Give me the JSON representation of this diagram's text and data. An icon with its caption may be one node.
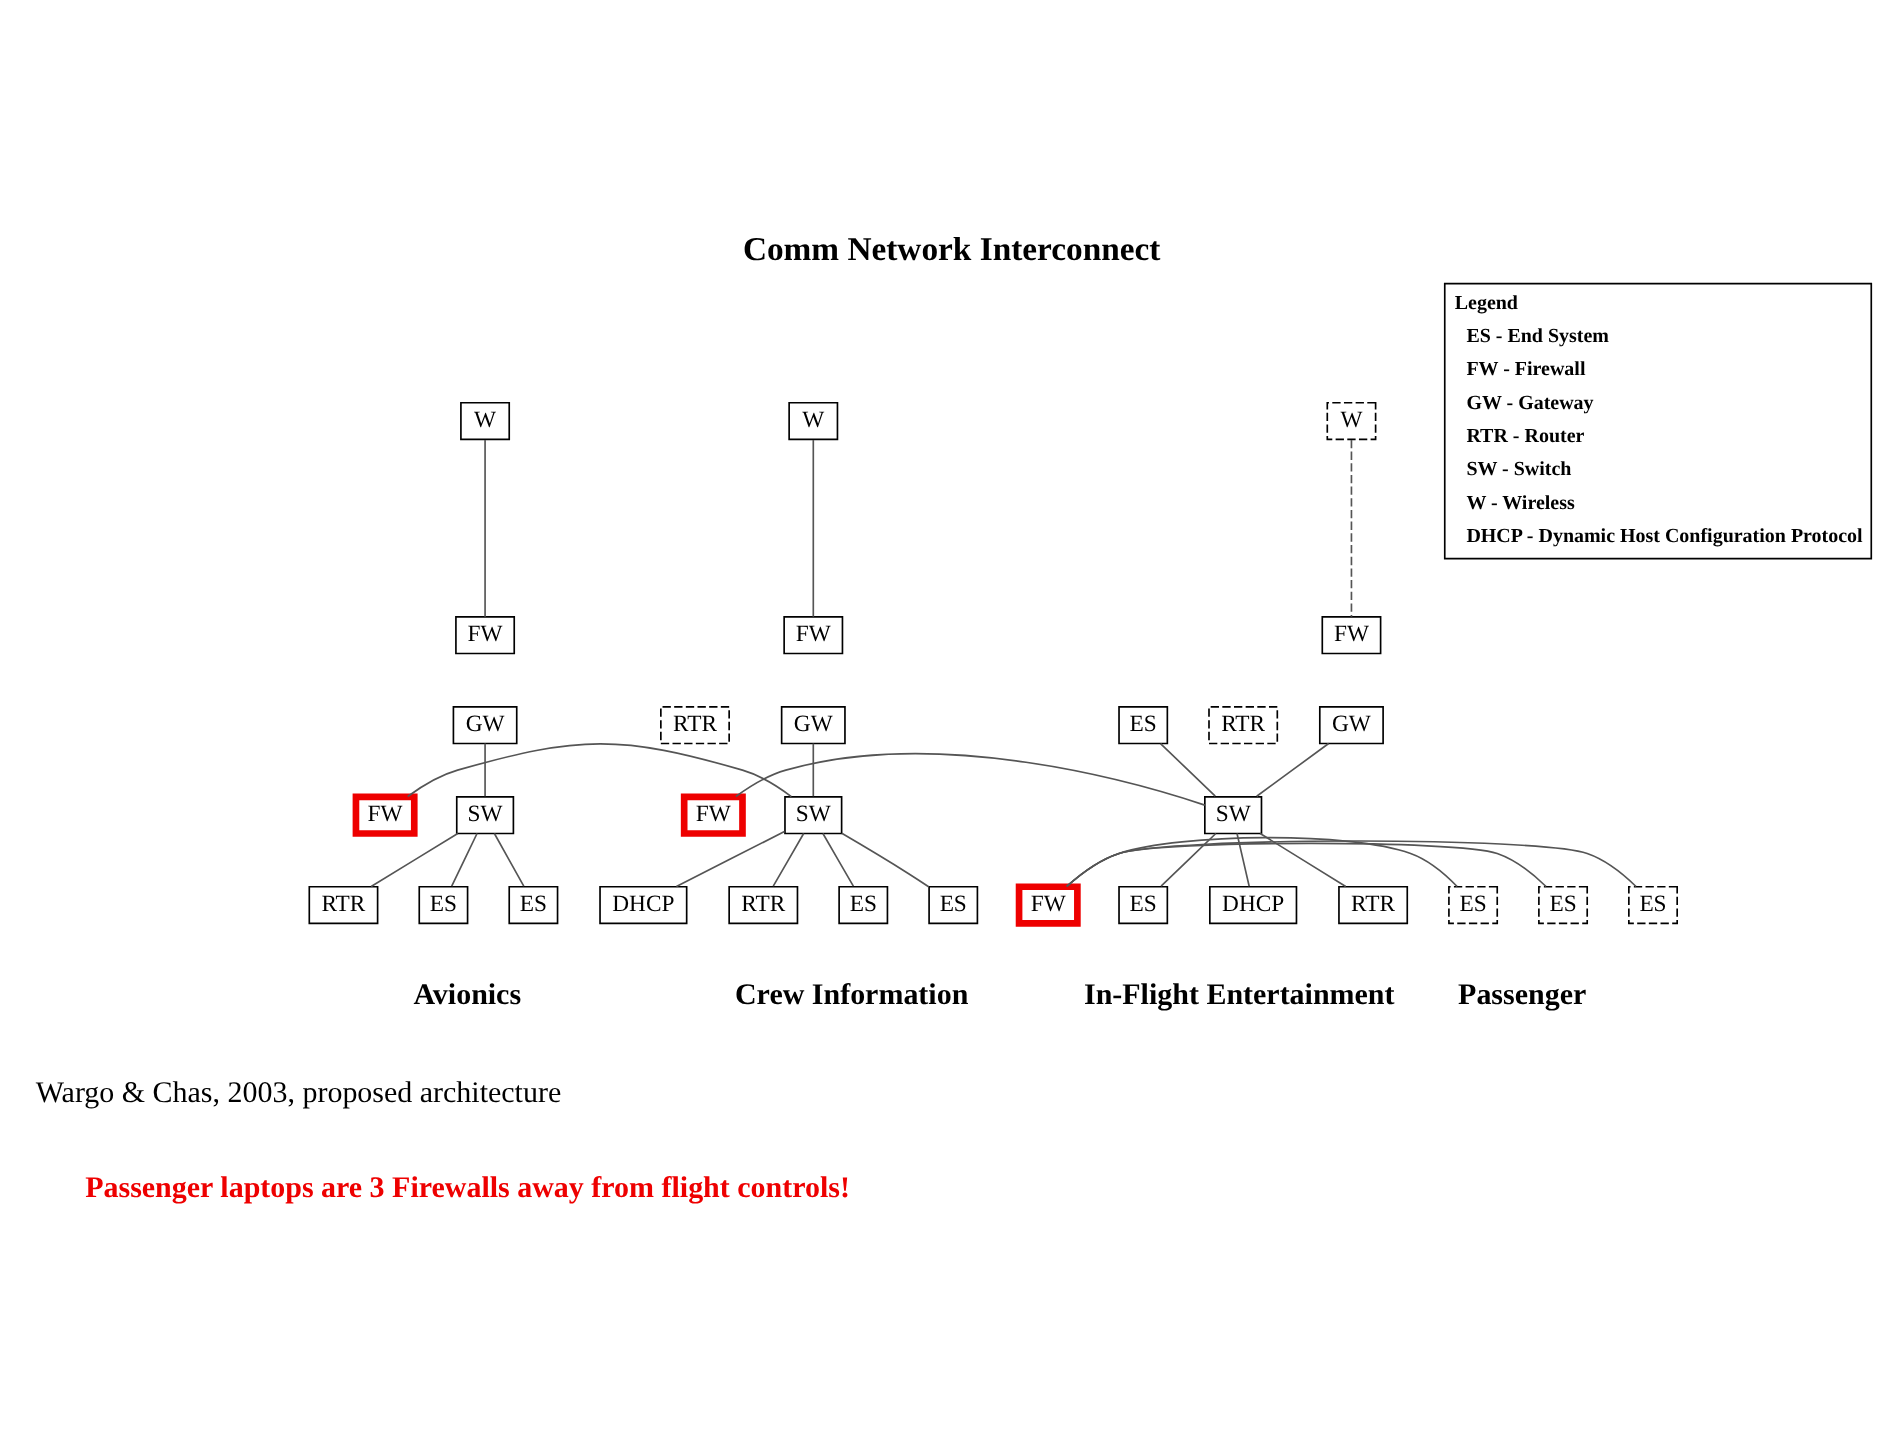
{
  "diagram": {
    "title": "Comm Network Interconnect",
    "caption": "Wargo & Chas, 2003, proposed architecture",
    "nodes": [
      {
        "text": [
          "W"
        ]
      },
      {
        "text": [
          "FW"
        ]
      },
      {
        "text": [
          "GW"
        ]
      },
      {
        "text": [
          "SW"
        ]
      },
      {
        "text": [
          "RTR"
        ]
      },
      {
        "text": [
          "FW"
        ]
      },
      {
        "text": [
          "ES"
        ]
      },
      {
        "text": [
          "ES"
        ]
      },
      {
        "text": [
          "W"
        ]
      },
      {
        "text": [
          "FW"
        ]
      },
      {
        "text": [
          "RTR"
        ]
      },
      {
        "text": [
          "GW"
        ]
      },
      {
        "text": [
          "DHCP"
        ]
      },
      {
        "text": [
          "SW"
        ]
      },
      {
        "text": [
          "RTR"
        ]
      },
      {
        "text": [
          "FW"
        ]
      },
      {
        "text": [
          "ES"
        ]
      },
      {
        "text": [
          "ES"
        ]
      },
      {
        "text": [
          "W"
        ]
      },
      {
        "text": [
          "FW"
        ]
      },
      {
        "text": [
          "RTR"
        ]
      },
      {
        "text": [
          "GW"
        ]
      },
      {
        "text": [
          "ES"
        ]
      },
      {
        "text": [
          "ES"
        ]
      },
      {
        "text": [
          "SW"
        ]
      },
      {
        "text": [
          "DHCP"
        ]
      },
      {
        "text": [
          "FW"
        ]
      },
      {
        "text": [
          "RTR"
        ]
      },
      {
        "text": [
          "ES"
        ]
      },
      {
        "text": [
          "ES"
        ]
      },
      {
        "text": [
          "ES"
        ]
      }
    ],
    "edges": [
      {
        "from": 0,
        "to": 1,
        "arrow": "none"
      },
      {
        "from": 2,
        "to": 3,
        "arrow": "none"
      },
      {
        "from": 3,
        "to": 4,
        "arrow": "none"
      },
      {
        "from": 3,
        "to": 6,
        "arrow": "none"
      },
      {
        "from": 3,
        "to": 7,
        "arrow": "none"
      },
      {
        "from": 5,
        "to": 13,
        "arrow": "none"
      },
      {
        "from": 8,
        "to": 9,
        "arrow": "none"
      },
      {
        "from": 11,
        "to": 13,
        "arrow": "none"
      },
      {
        "from": 12,
        "to": 13,
        "arrow": "none"
      },
      {
        "from": 13,
        "to": 14,
        "arrow": "none"
      },
      {
        "from": 13,
        "to": 16,
        "arrow": "none"
      },
      {
        "from": 13,
        "to": 17,
        "arrow": "none"
      },
      {
        "from": 15,
        "to": 24,
        "arrow": "none"
      },
      {
        "from": 18,
        "to": 19,
        "arrow": "none",
        "style": "dashed"
      },
      {
        "from": 21,
        "to": 24,
        "arrow": "none"
      },
      {
        "from": 24,
        "to": 22,
        "arrow": "none"
      },
      {
        "from": 24,
        "to": 23,
        "arrow": "none"
      },
      {
        "from": 24,
        "to": 25,
        "arrow": "none"
      },
      {
        "from": 24,
        "to": 27,
        "arrow": "none"
      },
      {
        "from": 26,
        "to": 28,
        "arrow": "none"
      },
      {
        "from": 26,
        "to": 29,
        "arrow": "none"
      },
      {
        "from": 26,
        "to": 30,
        "arrow": "none"
      }
    ],
    "labels": [
      "Legend",
      "Avionics",
      "Crew Information",
      "In-Flight Entertainment",
      "Passenger",
      "Passenger laptops are 3 Firewalls away from flight controls!"
    ],
    "legend": [
      {
        "text": "ES - End System"
      },
      {
        "text": "FW - Firewall"
      },
      {
        "text": "GW - Gateway"
      },
      {
        "text": "RTR - Router"
      },
      {
        "text": "SW - Switch"
      },
      {
        "text": "W - Wireless"
      },
      {
        "text": "DHCP - Dynamic Host Configuration Protocol"
      }
    ]
  }
}
